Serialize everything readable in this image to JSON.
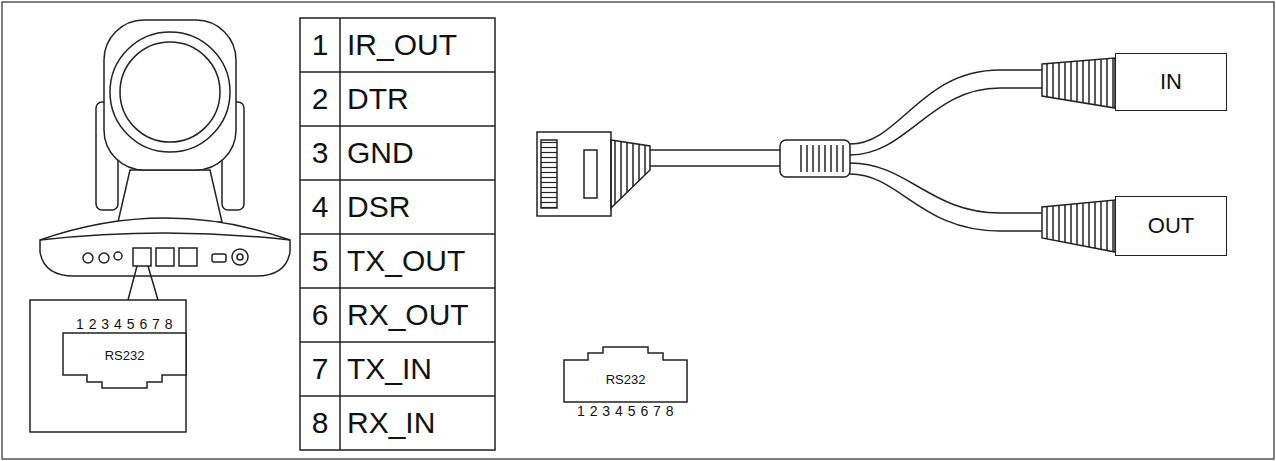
{
  "diagram": {
    "nodes": [
      {
        "text": [
          "1 2 3 4 5 6 7 8",
          "RS232"
        ]
      },
      {
        "text": [
          "IN"
        ]
      },
      {
        "text": [
          "OUT"
        ]
      },
      {
        "text": [
          "RS232",
          "1 2 3 4 5 6 7 8"
        ]
      }
    ],
    "labels": [
      "1",
      "IR_OUT",
      "2",
      "DTR",
      "3",
      "GND",
      "4",
      "DSR",
      "5",
      "TX_OUT",
      "6",
      "RX_OUT",
      "7",
      "TX_IN",
      "8",
      "RX_IN"
    ]
  }
}
